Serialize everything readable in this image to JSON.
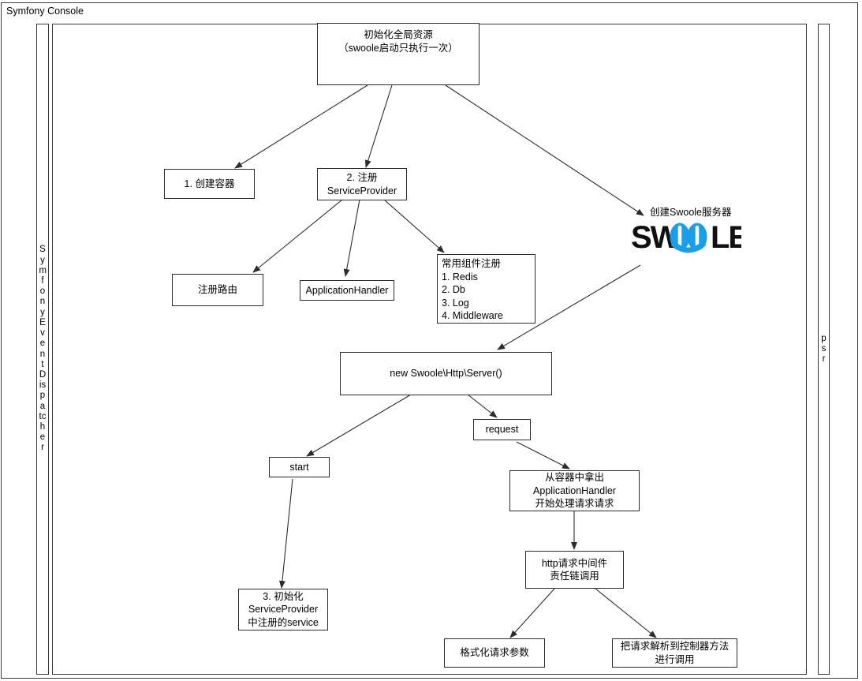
{
  "frame": {
    "title": "Symfony Console"
  },
  "columns": {
    "left_label": "SymfonyEventDispatcher",
    "right_label": "psr"
  },
  "swoole": {
    "caption": "创建Swoole服务器",
    "logo_text_left": "SW",
    "logo_text_right": "LE",
    "logo_accent_color": "#1a9ee8",
    "logo_dark_color": "#111111"
  },
  "nodes": {
    "init": {
      "line1": "初始化全局资源",
      "line2": "（swoole启动只执行一次）"
    },
    "container": {
      "line1": "1. 创建容器"
    },
    "register_provider": {
      "line1": "2. 注册",
      "line2": "ServiceProvider"
    },
    "register_route": {
      "line1": "注册路由"
    },
    "application_handler": {
      "line1": "ApplicationHandler"
    },
    "components": {
      "line1": "常用组件注册",
      "line2": "1. Redis",
      "line3": "2. Db",
      "line4": "3. Log",
      "line5": "4. Middleware"
    },
    "new_server": {
      "line1": "new Swoole\\Http\\Server()"
    },
    "request": {
      "line1": "request"
    },
    "start": {
      "line1": "start"
    },
    "fetch_handler": {
      "line1": "从容器中拿出",
      "line2": "ApplicationHandler",
      "line3": "开始处理请求请求"
    },
    "init_services": {
      "line1": "3. 初始化",
      "line2": "ServiceProvider",
      "line3": "中注册的service"
    },
    "middleware_chain": {
      "line1": "http请求中间件",
      "line2": "责任链调用"
    },
    "format_params": {
      "line1": "格式化请求参数"
    },
    "dispatch_controller": {
      "line1": "把请求解析到控制器方法",
      "line2": "进行调用"
    }
  }
}
